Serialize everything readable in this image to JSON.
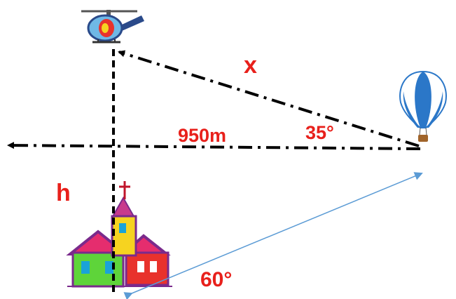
{
  "labels": {
    "hypotenuse": "x",
    "horizontal_distance": "950m",
    "angle_top": "35°",
    "height": "h",
    "angle_bottom": "60°"
  },
  "colors": {
    "label_red": "#e8201b",
    "dash_line": "#000000",
    "blue_line": "#5b9bd5"
  },
  "icons": [
    "helicopter-icon",
    "hot-air-balloon-icon",
    "church-icon"
  ]
}
